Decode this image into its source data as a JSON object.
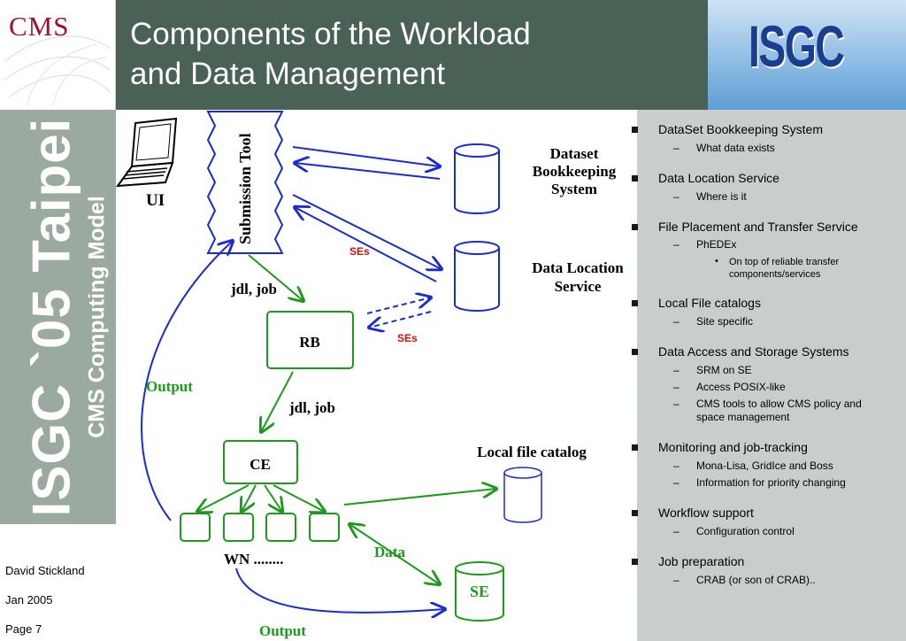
{
  "header": {
    "logo_left": "CMS",
    "title_line1": "Components of the Workload",
    "title_line2": "and Data Management",
    "logo_right": "ISGC"
  },
  "sidebar": {
    "vertical_title": "ISGC `05 Taipei",
    "vertical_subtitle": "CMS Computing Model"
  },
  "footer": {
    "author": "David Stickland",
    "date": "Jan 2005",
    "page": "Page 7"
  },
  "diagram": {
    "ui_label": "UI",
    "submission_tool": "Submission Tool",
    "dataset_bookkeeping": [
      "Dataset",
      "Bookkeeping",
      "System"
    ],
    "data_location_service": [
      "Data Location",
      "Service"
    ],
    "ses_label_1": "SEs",
    "ses_label_2": "SEs",
    "jdl_job_1": "jdl, job",
    "jdl_job_2": "jdl, job",
    "rb_label": "RB",
    "output_label_1": "Output",
    "ce_label": "CE",
    "local_file_catalog": "Local file catalog",
    "wn_label": "WN ........",
    "data_label": "Data",
    "se_label": "SE",
    "output_label_2": "Output"
  },
  "bullets": {
    "b1": "DataSet Bookkeeping System",
    "b1_s1": "What data exists",
    "b2": "Data Location Service",
    "b2_s1": "Where is it",
    "b3": "File Placement and Transfer Service",
    "b3_s1": "PhEDEx",
    "b3_s1_t1": "On top of reliable transfer components/services",
    "b4": "Local File catalogs",
    "b4_s1": "Site specific",
    "b5": "Data Access and Storage Systems",
    "b5_s1": "SRM on SE",
    "b5_s2": "Access POSIX-like",
    "b5_s3": "CMS tools to allow CMS policy and space management",
    "b6": "Monitoring and job-tracking",
    "b6_s1": "Mona-Lisa, GridIce and Boss",
    "b6_s2": "Information for priority changing",
    "b7": "Workflow support",
    "b7_s1": "Configuration control",
    "b8": "Job preparation",
    "b8_s1": "CRAB (or son of CRAB).."
  },
  "colors": {
    "header_bg": "#4a6155",
    "sidebar_bg": "#9aaa9f",
    "panel_bg": "#c8cfcb",
    "arrow_blue": "#1b2bd1",
    "arrow_green": "#1c9a1c",
    "ses_red": "#cc1111"
  }
}
